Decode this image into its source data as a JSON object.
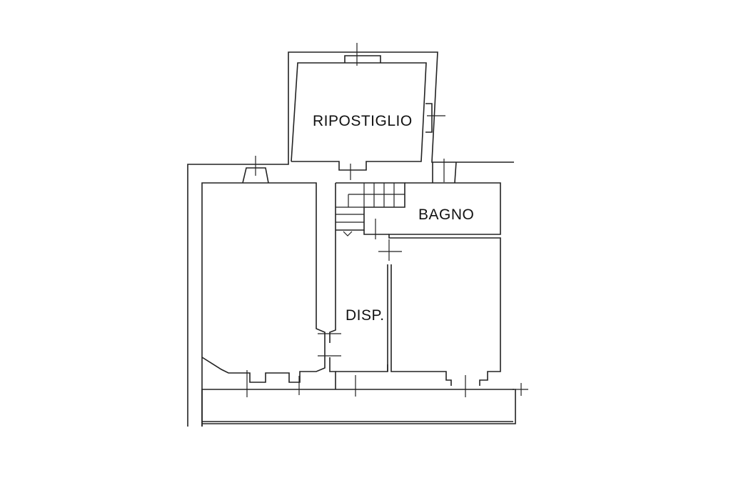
{
  "rooms": {
    "ripostiglio": "RIPOSTIGLIO",
    "bagno": "BAGNO",
    "disp": "DISP."
  }
}
